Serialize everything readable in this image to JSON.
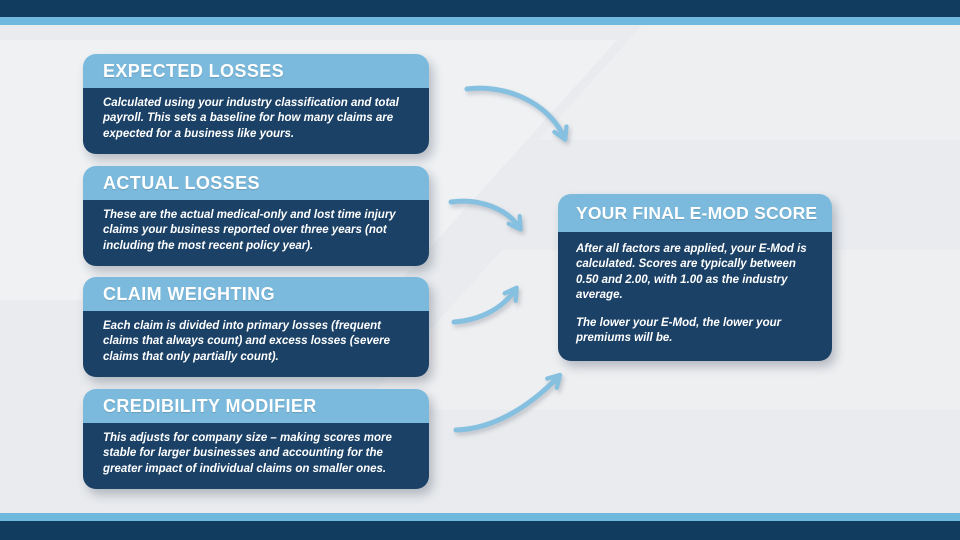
{
  "colors": {
    "frame_navy": "#113b5f",
    "accent_blue": "#6fb8de",
    "card_header_blue": "#7bbadd",
    "card_body_navy": "#1b4166",
    "arrow_blue": "#85c0e0",
    "background": "#e9ebee",
    "text": "#ffffff"
  },
  "cards": [
    {
      "title": "EXPECTED LOSSES",
      "body": "Calculated using your industry classification and total payroll. This sets a baseline for how many claims are expected for a business like yours."
    },
    {
      "title": "ACTUAL LOSSES",
      "body": "These are the actual medical-only and lost time injury claims your business reported over three years (not including the most recent policy year)."
    },
    {
      "title": "CLAIM WEIGHTING",
      "body": "Each claim is divided into primary losses (frequent claims that always count) and excess losses (severe claims that only partially count)."
    },
    {
      "title": "CREDIBILITY MODIFIER",
      "body": "This adjusts for company size – making scores more stable for larger businesses and accounting for the greater impact of individual claims on smaller ones."
    }
  ],
  "result_card": {
    "title": "YOUR FINAL E-MOD SCORE",
    "paragraphs": [
      "After all factors are applied, your E-Mod is calculated. Scores are typically between 0.50 and 2.00, with 1.00 as the industry average.",
      "The lower your E-Mod, the lower your premiums will be."
    ]
  }
}
